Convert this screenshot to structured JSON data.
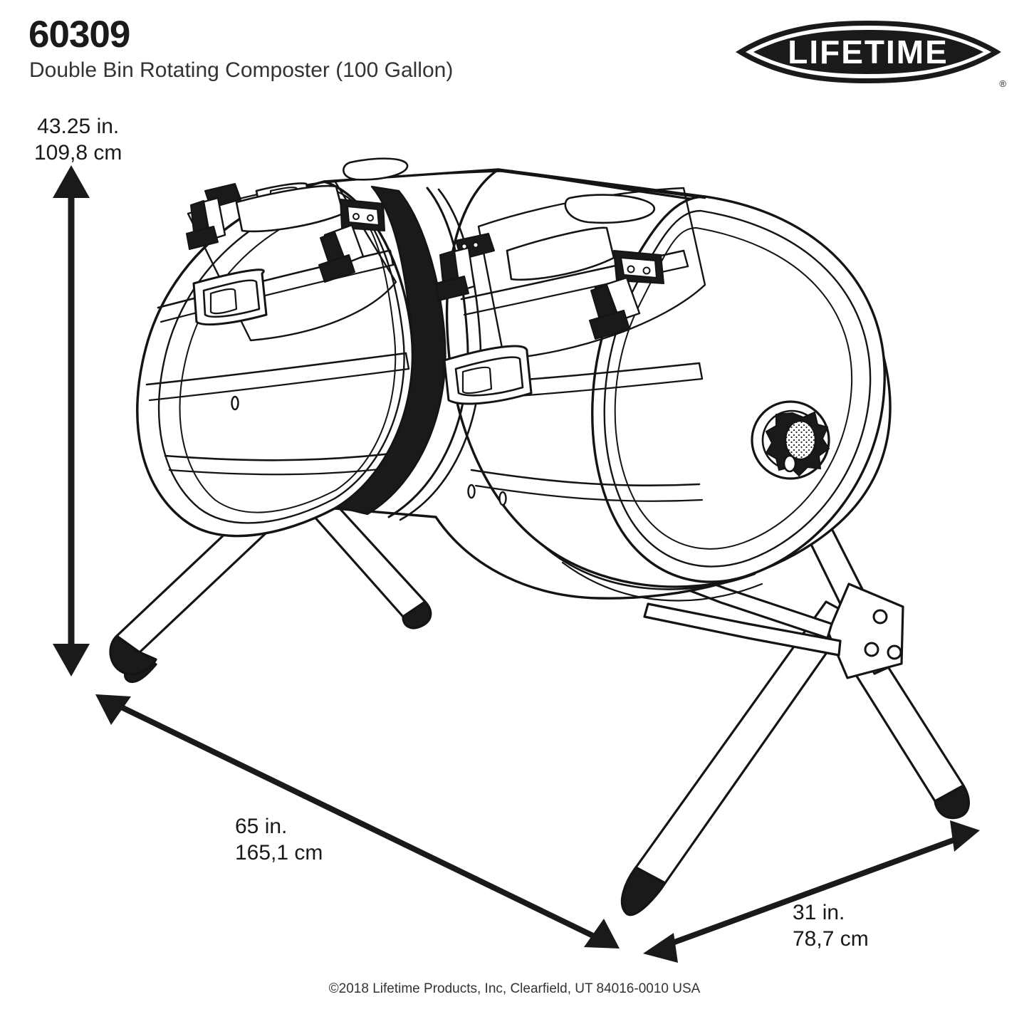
{
  "header": {
    "model_number": "60309",
    "product_name": "Double Bin Rotating Composter (100 Gallon)",
    "brand_name": "LIFETIME",
    "registered_mark": "®"
  },
  "dimensions": {
    "height": {
      "imperial": "43.25 in.",
      "metric": "109,8 cm"
    },
    "width": {
      "imperial": "65 in.",
      "metric": "165,1 cm"
    },
    "depth": {
      "imperial": "31 in.",
      "metric": "78,7 cm"
    }
  },
  "footer": {
    "copyright": "©2018 Lifetime Products, Inc, Clearfield, UT 84016-0010 USA"
  },
  "colors": {
    "ink": "#1a1a1a",
    "paper": "#ffffff",
    "line": "#141414"
  }
}
